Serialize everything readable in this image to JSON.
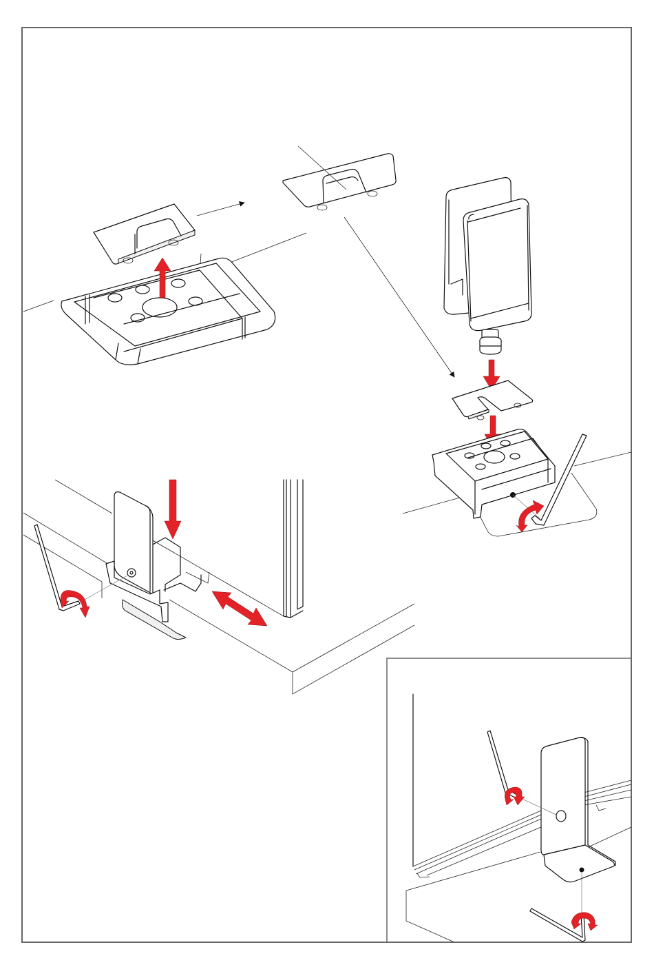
{
  "document": {
    "type": "assembly-instructions",
    "colors": {
      "action_arrow": "#e32228",
      "line_art": "#111111",
      "frame": "#666666",
      "background": "#ffffff"
    }
  },
  "scenes": [
    {
      "id": "remove-cover-plate",
      "components": [
        "cable-port-housing",
        "cover-plate",
        "desk-top"
      ],
      "icons": [
        "lift-up-arrow-icon",
        "flow-arrow-icon"
      ]
    },
    {
      "id": "install-glass-clamp",
      "components": [
        "cover-plate-cut",
        "glass-clamp",
        "cable-port-housing",
        "desk-top",
        "hex-key"
      ],
      "icons": [
        "insert-down-arrow-icon",
        "insert-down-arrow-icon",
        "rotate-arrow-icon"
      ]
    },
    {
      "id": "edge-clamp-mount",
      "components": [
        "edge-bracket",
        "glass-panel",
        "desk-top",
        "hex-key"
      ],
      "icons": [
        "insert-down-arrow-icon",
        "slide-double-arrow-icon",
        "rotate-arrow-icon"
      ]
    },
    {
      "id": "angle-bracket-detail",
      "components": [
        "angle-bracket",
        "rail",
        "glass-panel",
        "desk-top",
        "hex-key",
        "hex-key"
      ],
      "icons": [
        "rotate-arrow-icon",
        "rotate-arrow-icon"
      ]
    }
  ]
}
